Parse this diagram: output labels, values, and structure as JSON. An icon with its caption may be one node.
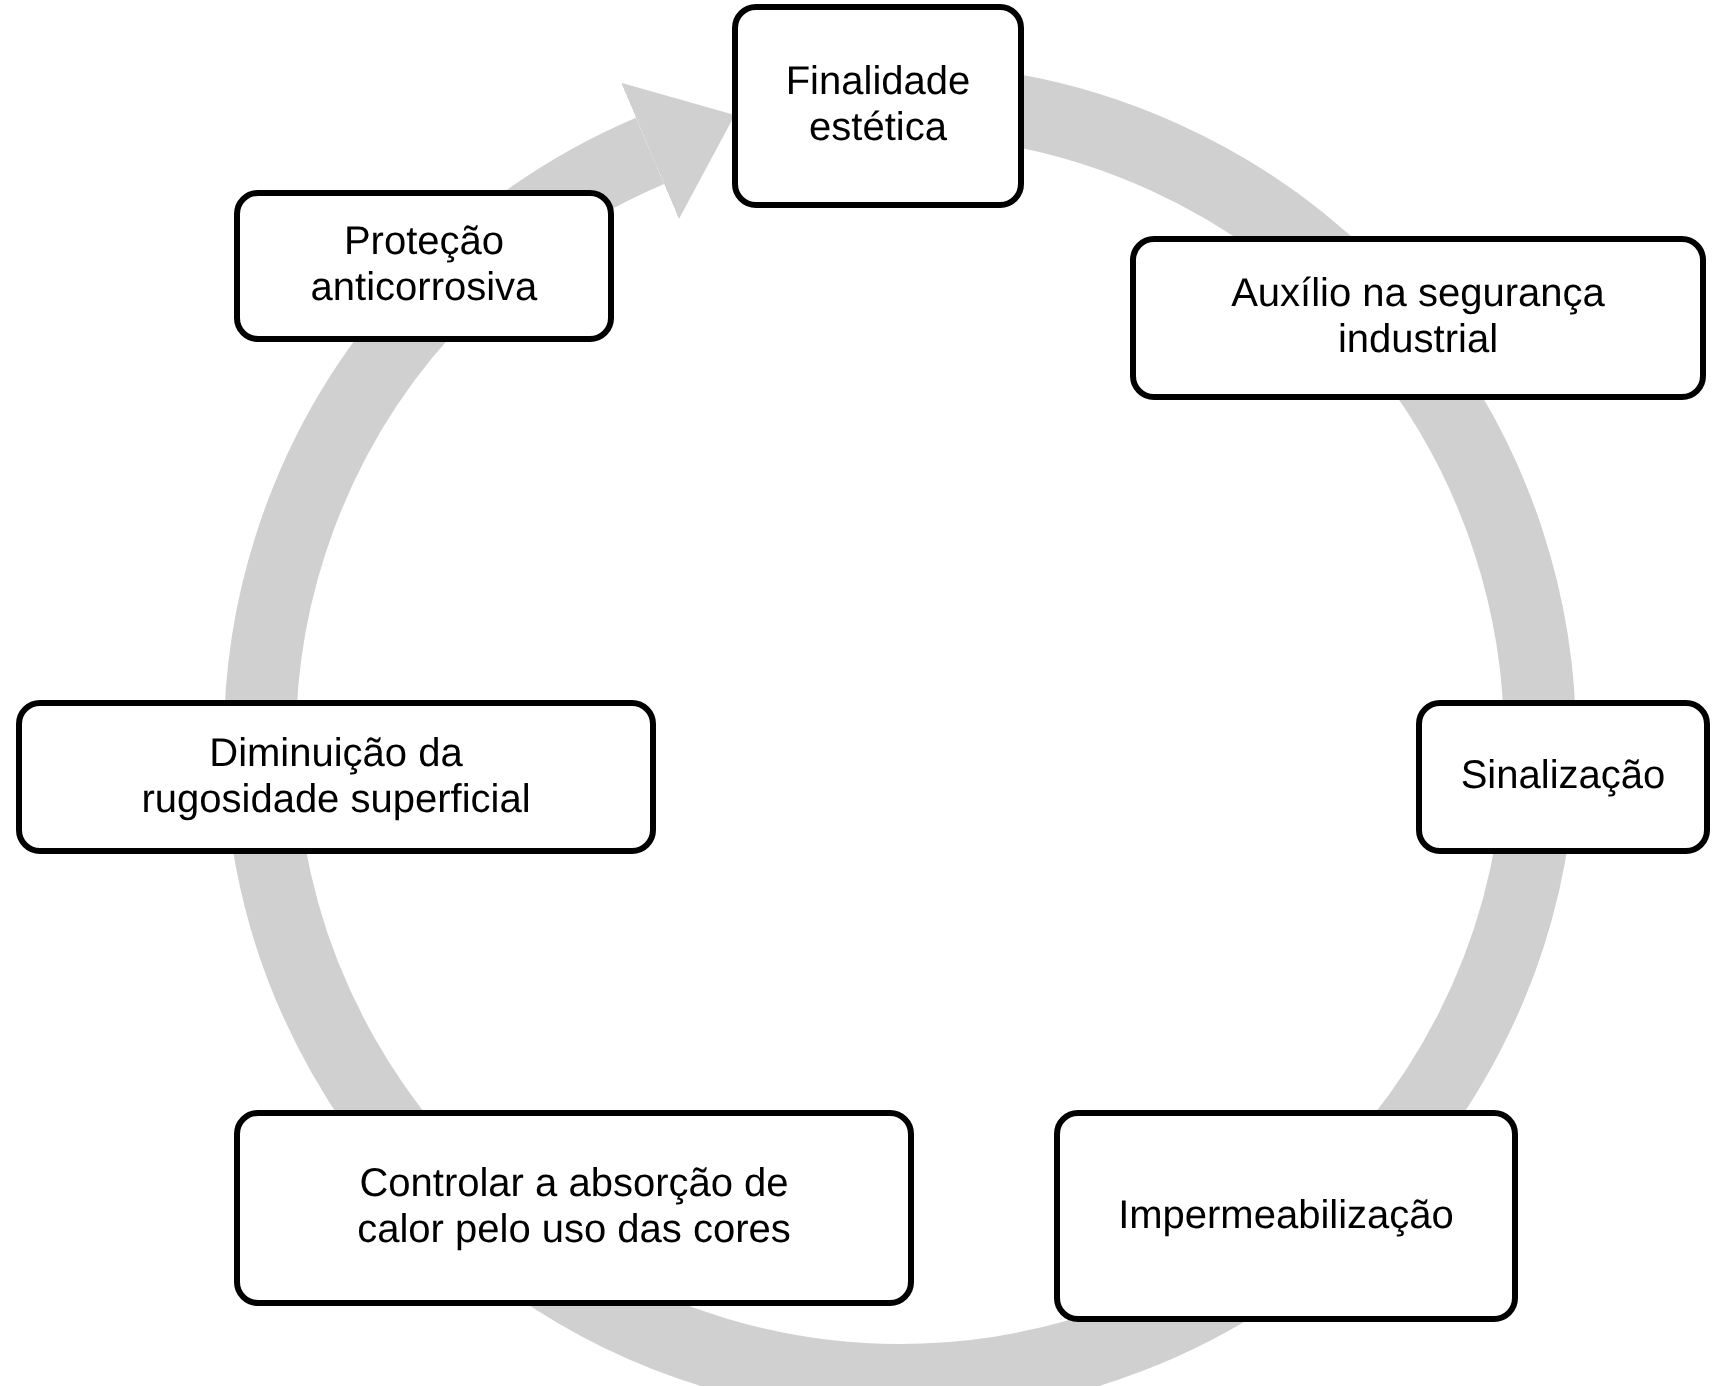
{
  "diagram": {
    "nodes": [
      {
        "text": [
          "Finalidade estética"
        ]
      },
      {
        "text": [
          "Proteção anticorrosiva"
        ]
      },
      {
        "text": [
          "Auxílio na segurança industrial"
        ]
      },
      {
        "text": [
          "Diminuição da rugosidade superficial"
        ]
      },
      {
        "text": [
          "Sinalização"
        ]
      },
      {
        "text": [
          "Controlar a absorção de calor pelo uso das cores"
        ]
      },
      {
        "text": [
          "Impermeabilização"
        ]
      }
    ],
    "edges": [
      {
        "from": 0,
        "to": 2,
        "arrow": "none"
      },
      {
        "from": 2,
        "to": 4,
        "arrow": "none"
      },
      {
        "from": 4,
        "to": 6,
        "arrow": "none"
      },
      {
        "from": 6,
        "to": 5,
        "arrow": "none"
      },
      {
        "from": 5,
        "to": 3,
        "arrow": "none"
      },
      {
        "from": 3,
        "to": 1,
        "arrow": "none"
      },
      {
        "from": 1,
        "to": 0,
        "arrow": "to"
      }
    ]
  }
}
